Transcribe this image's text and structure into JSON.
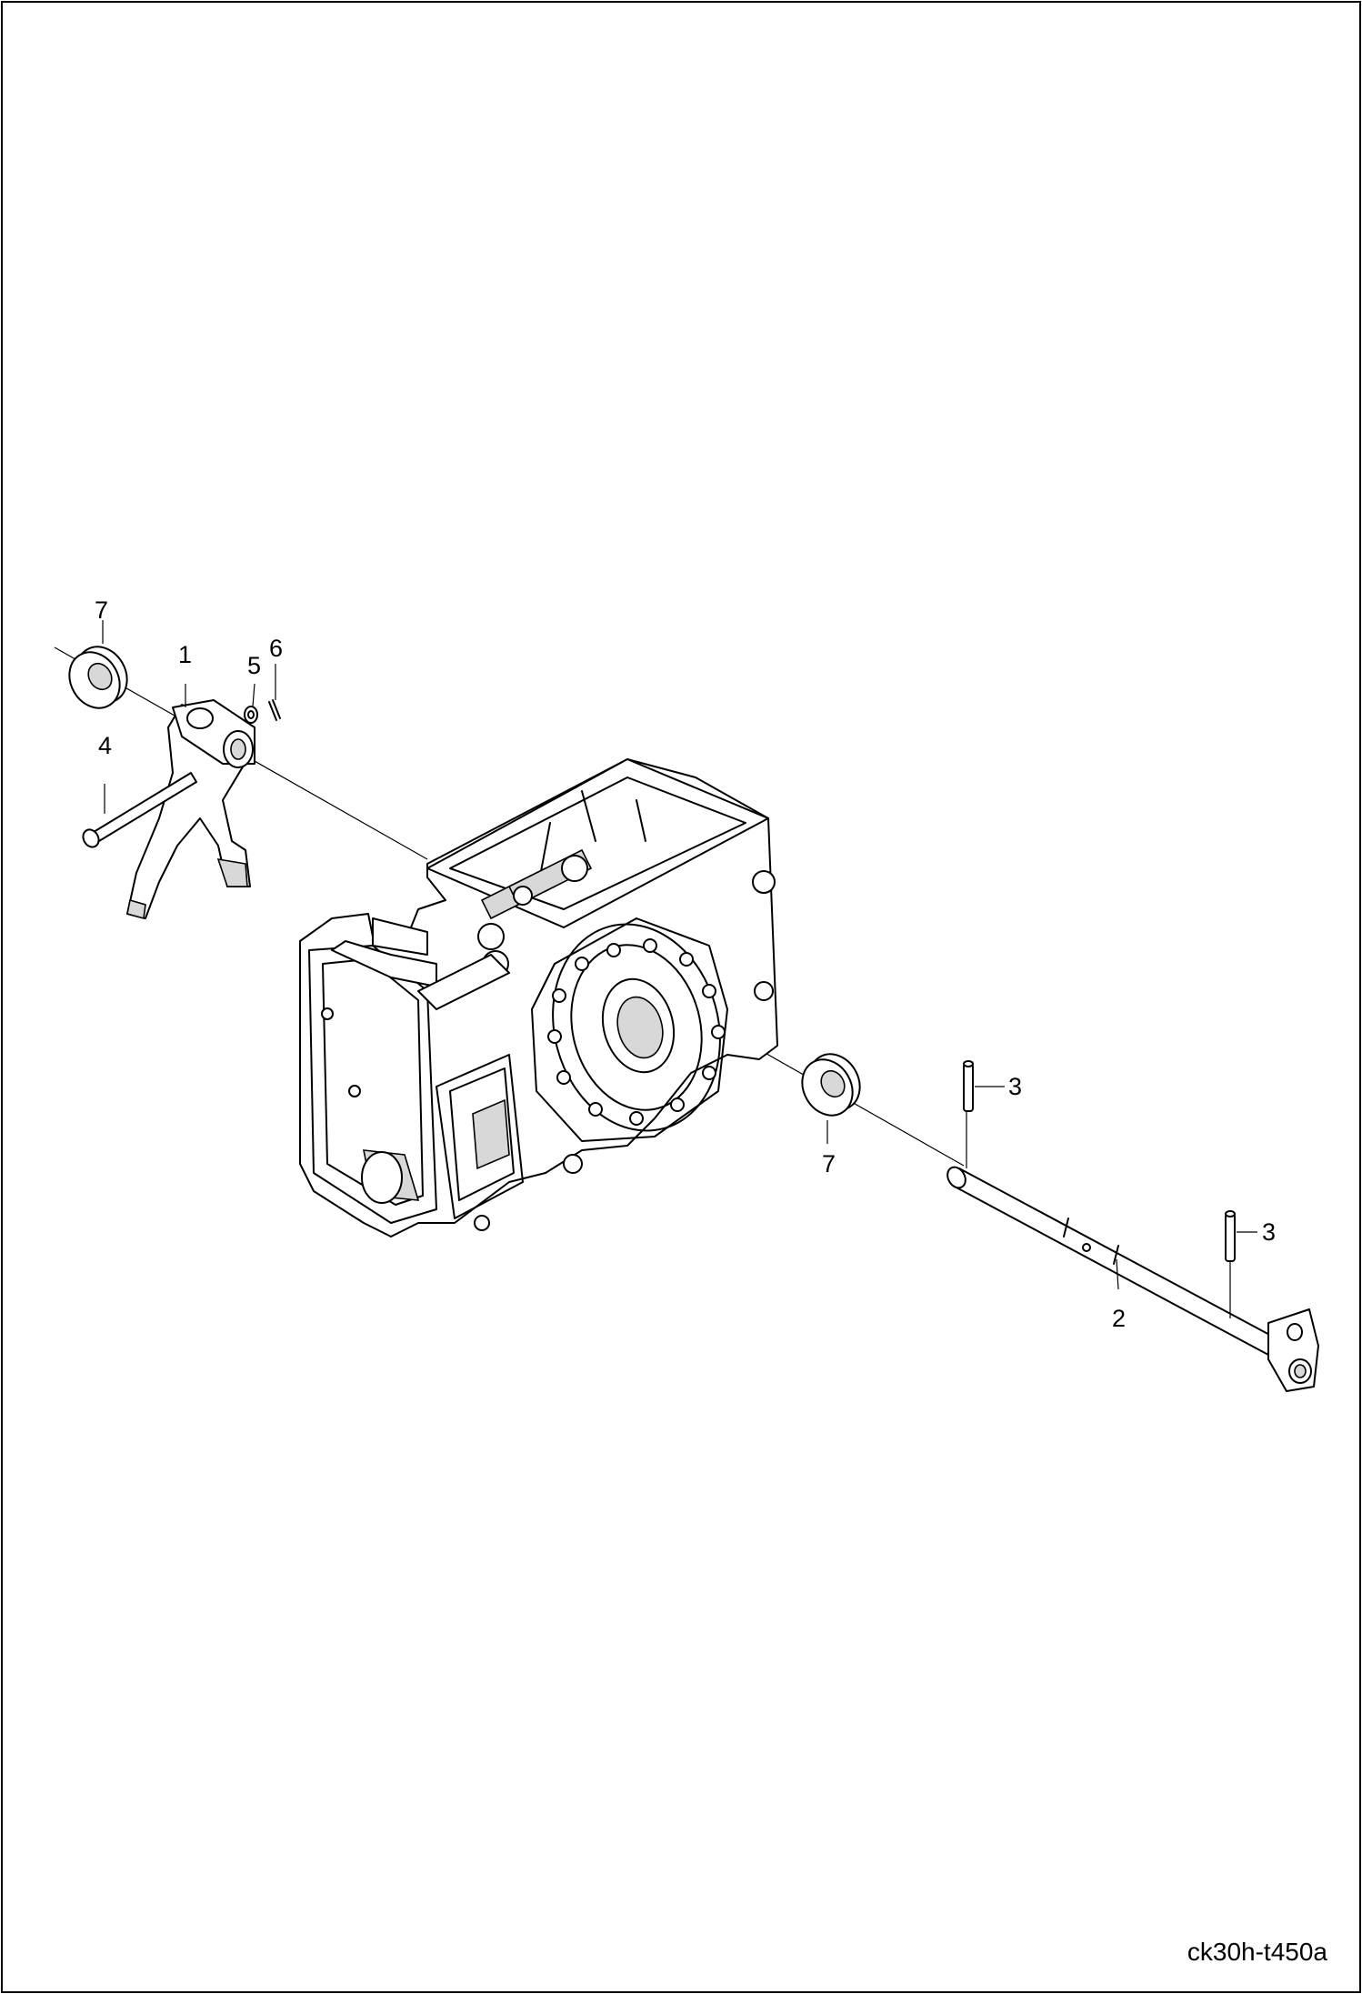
{
  "diagram": {
    "callouts": {
      "c1": "1",
      "c2": "2",
      "c3a": "3",
      "c3b": "3",
      "c4": "4",
      "c5": "5",
      "c6": "6",
      "c7a": "7",
      "c7b": "7"
    },
    "reference_code": "ck30h-t450a"
  }
}
